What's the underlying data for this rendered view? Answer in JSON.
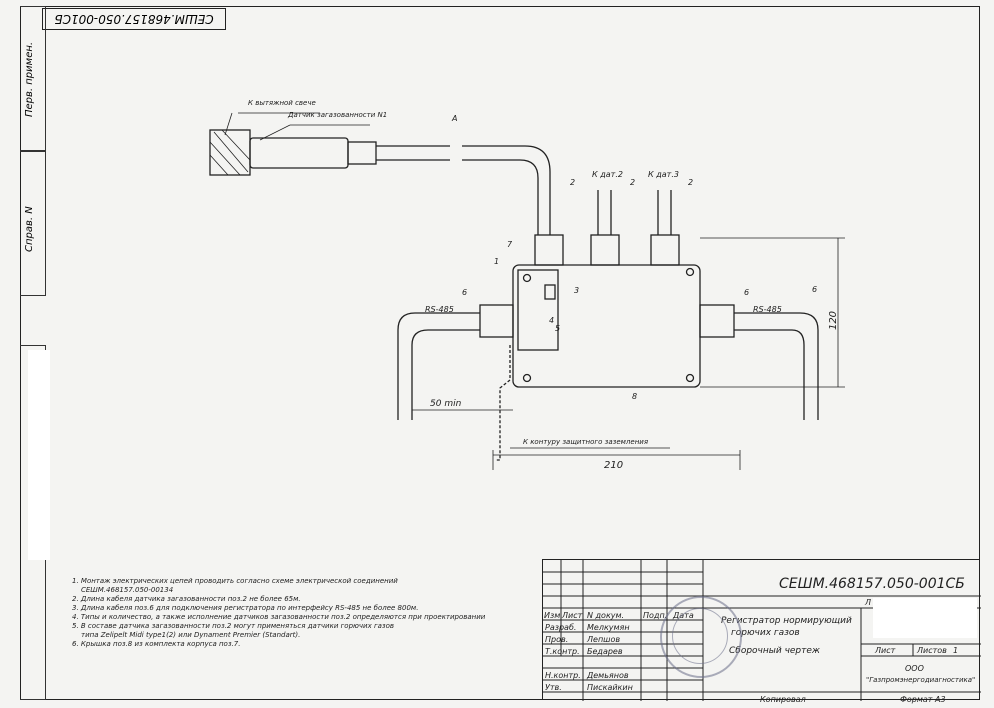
{
  "doc_code_rotated": "СЕШМ.468157.050-001СБ",
  "side_labels": {
    "first_use": "Перв. примен.",
    "ref_no": "Справ. N"
  },
  "callouts": {
    "to_vent_candle": "К вытяжной свече",
    "sensor_label": "Датчик загазованности N1",
    "to_sensor2": "К дат.2",
    "to_sensor3": "К дат.3",
    "rs485_left": "RS-485",
    "rs485_right": "RS-485",
    "to_ground": "К контуру защитного заземления",
    "min_len": "50 min",
    "width_dim": "210",
    "height_dim": "120",
    "pos_1": "1",
    "pos_2": "2",
    "pos_2b": "2",
    "pos_2c": "2",
    "pos_3": "3",
    "pos_4": "4",
    "pos_5": "5",
    "pos_6a": "6",
    "pos_6b": "6",
    "pos_7": "7",
    "pos_8": "8",
    "pos_A": "А"
  },
  "notes": [
    "1. Монтаж электрических цепей проводить согласно схеме электрической соединений",
    "СЕШМ.468157.050-00134",
    "2. Длина кабеля датчика загазованности поз.2 не более 65м.",
    "3. Длина кабеля поз.6 для подключения регистратора по интерфейсу RS-485 не более 800м.",
    "4. Типы и количество, а также исполнение датчиков загазованности поз.2 определяются при проектировании",
    "5. В составе датчика загазованности поз.2 могут применяться датчики горючих газов",
    "типа Zelipelt Midi type1(2) или Dynament Premier (Standart).",
    "6. Крышка поз.8 из комплекта корпуса поз.7."
  ],
  "title_block": {
    "doc_number": "СЕШМ.468157.050-001СБ",
    "headers": [
      "Изм",
      "Лист",
      "N докум.",
      "Подп.",
      "Дата"
    ],
    "rows": [
      {
        "role": "Разраб.",
        "name": "Мелкумян"
      },
      {
        "role": "Пров.",
        "name": "Лепшов"
      },
      {
        "role": "Т.контр.",
        "name": "Бедарев"
      },
      {
        "role": "Н.контр.",
        "name": "Демьянов"
      },
      {
        "role": "Утв.",
        "name": "Пискайкин"
      }
    ],
    "title_line1": "Регистратор нормирующий",
    "title_line2": "горючих газов",
    "title_line3": "Сборочный чертеж",
    "sheet_label": "Лист",
    "sheets_label": "Листов",
    "sheets_value": "1",
    "company_line1": "ООО",
    "company_line2": "\"Газпромэнергодиагностика\"",
    "letter_label": "Л"
  },
  "footer": {
    "copied": "Копировал",
    "format": "Формат А3"
  }
}
